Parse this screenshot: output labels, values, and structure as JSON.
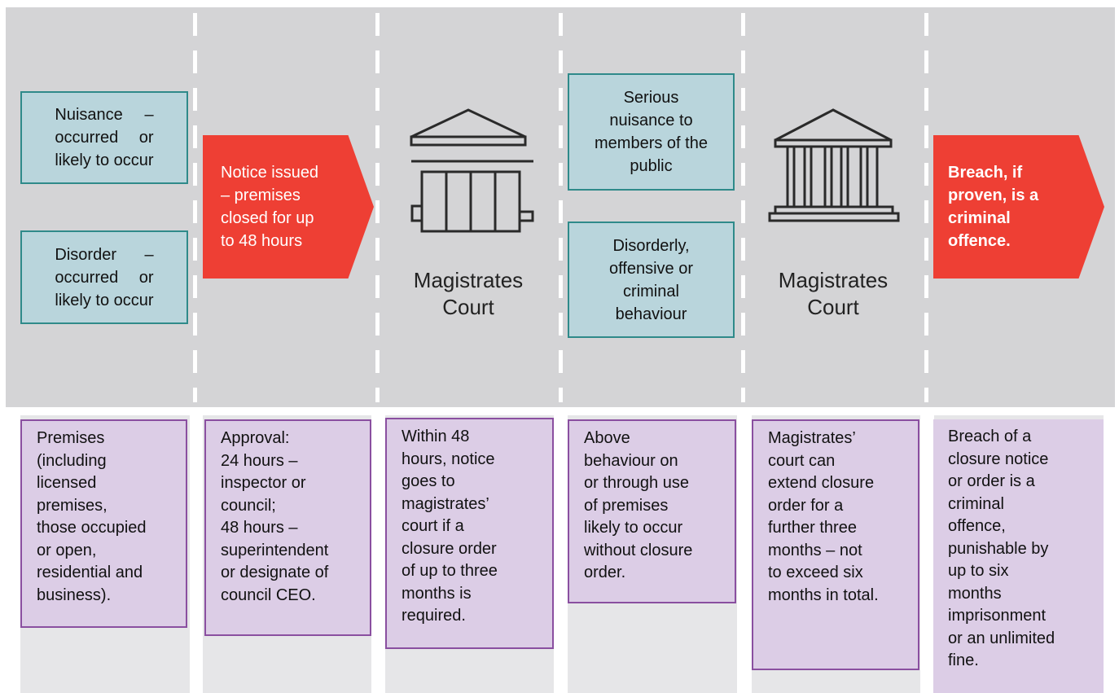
{
  "triggers": {
    "nuisance": [
      "Nuisance –",
      "occurred or",
      "likely to occur"
    ],
    "disorder": [
      "Disorder –",
      "occurred or",
      "likely to occur"
    ]
  },
  "notice_arrow": "Notice issued\n– premises\nclosed for up\nto 48 hours",
  "court_label_1": "Magistrates\nCourt",
  "grounds": {
    "serious": "Serious nuisance to members of the public",
    "disorderly": "Disorderly, offensive or criminal behaviour"
  },
  "court_label_2": "Magistrates\nCourt",
  "breach_arrow": "Breach, if\nproven, is a\ncriminal\noffence.",
  "details": [
    "Premises\n(including\nlicensed\npremises,\nthose occupied\nor open,\nresidential and\nbusiness).",
    "Approval:\n 24 hours –\ninspector or\ncouncil;\n48 hours –\nsuperintendent\nor designate of\ncouncil CEO.",
    "Within 48\nhours, notice\ngoes to\nmagistrates’\ncourt if a\nclosure order\nof up to three\nmonths is\nrequired.",
    "Above\nbehaviour on\nor through use\nof premises\nlikely to occur\nwithout closure\norder.",
    "Magistrates’\ncourt can\nextend closure\norder for a\nfurther three\nmonths – not\nto exceed six\nmonths in total.",
    "Breach of a\nclosure notice\nor order is a\ncriminal\noffence,\npunishable by\nup to six\nmonths\nimprisonment\nor an unlimited\nfine."
  ],
  "colors": {
    "band": "#d4d4d6",
    "teal_fill": "#b9d5dc",
    "teal_border": "#2f8a8a",
    "arrow_red": "#ee3f34",
    "purple_fill": "#dccde6",
    "purple_border": "#8a4fa0"
  },
  "icons": [
    "courthouse-icon",
    "courthouse-icon"
  ]
}
